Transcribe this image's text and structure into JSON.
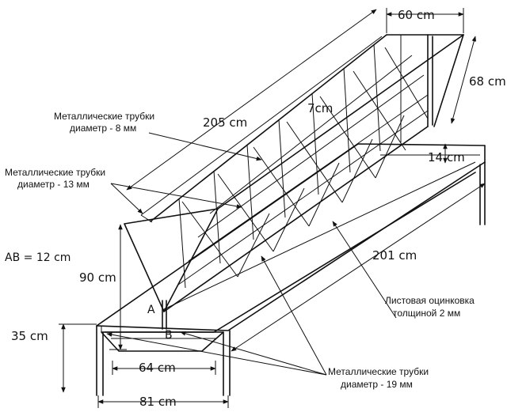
{
  "annotations": {
    "tubes_8mm": [
      "Металлические трубки",
      "диаметр - 8 мм"
    ],
    "tubes_13mm": [
      "Металлические трубки",
      "диаметр - 13 мм"
    ],
    "tubes_19mm": [
      "Металлические трубки",
      "диаметр - 19 мм"
    ],
    "sheet": [
      "Листовая оцинковка",
      "толщиной 2 мм"
    ],
    "ab": "AB = 12 cm"
  },
  "dimensions": {
    "top_width": "60 cm",
    "rack_height": "68 cm",
    "length_top": "205 cm",
    "mesh": "7cm",
    "trough_depth": "14 cm",
    "length_trough": "201 cm",
    "front_height": "90 cm",
    "leg_height": "35 cm",
    "inner_width": "64 cm",
    "outer_width": "81 cm"
  },
  "points": {
    "a": "A",
    "b": "B"
  }
}
